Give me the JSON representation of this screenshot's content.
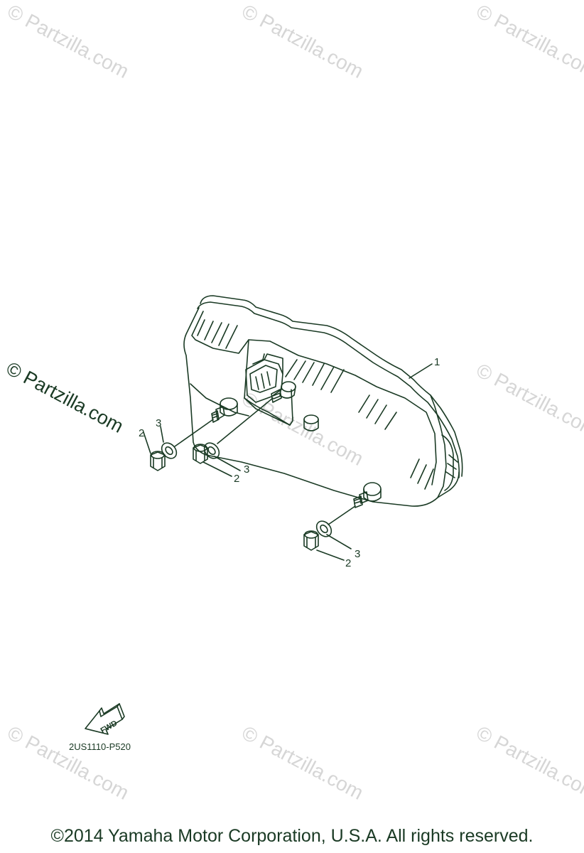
{
  "watermark": {
    "text": "© Partzilla.com",
    "repeat_count": 9
  },
  "watermark_main": {
    "text": "© Partzilla.com"
  },
  "callouts": {
    "part1": "1",
    "part2_a": "2",
    "part3_a": "3",
    "part2_b": "2",
    "part3_b": "3",
    "part2_c": "2",
    "part3_c": "3"
  },
  "fwd_arrow": {
    "label": "FWD"
  },
  "diagram_ref": "2US1110-P520",
  "copyright": "©2014  Yamaha Motor Corporation, U.S.A. All rights reserved.",
  "colors": {
    "line": "#1a3a24",
    "watermark": "#d6d6d6"
  }
}
